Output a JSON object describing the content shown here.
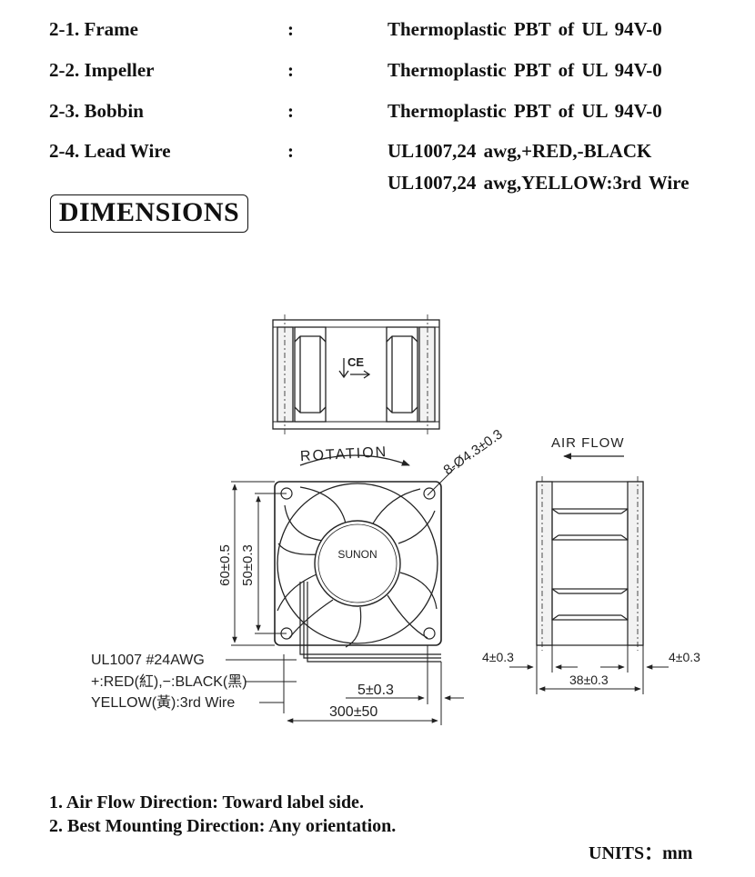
{
  "specs": [
    {
      "key": "2-1. Frame",
      "colon": ":",
      "lines": [
        "Thermoplastic PBT of UL 94V-0"
      ]
    },
    {
      "key": "2-2. Impeller",
      "colon": ":",
      "lines": [
        "Thermoplastic PBT of UL 94V-0"
      ]
    },
    {
      "key": "2-3. Bobbin",
      "colon": ":",
      "lines": [
        "Thermoplastic PBT of UL 94V-0"
      ]
    },
    {
      "key": "2-4. Lead Wire",
      "colon": ":",
      "lines": [
        "UL1007,24 awg,+RED,-BLACK",
        "UL1007,24 awg,YELLOW:3rd Wire"
      ]
    }
  ],
  "section_title": "DIMENSIONS",
  "drawing": {
    "rotation_label": "ROTATION",
    "airflow_label": "AIR FLOW",
    "hole_label": "8-Ø4.3±0.3",
    "brand_label": "SUNON",
    "dim_60": "60±0.5",
    "dim_50": "50±0.3",
    "dim_5": "5±0.3",
    "dim_300": "300±50",
    "dim_4_left": "4±0.3",
    "dim_4_right": "4±0.3",
    "dim_38": "38±0.3",
    "wire_note_1": "UL1007  #24AWG",
    "wire_note_2": "+:RED(紅),−:BLACK(黑)",
    "wire_note_3": "YELLOW(黃):3rd  Wire"
  },
  "notes": [
    "1. Air Flow Direction: Toward label side.",
    "2. Best Mounting Direction: Any orientation."
  ],
  "units": "UNITS：mm"
}
